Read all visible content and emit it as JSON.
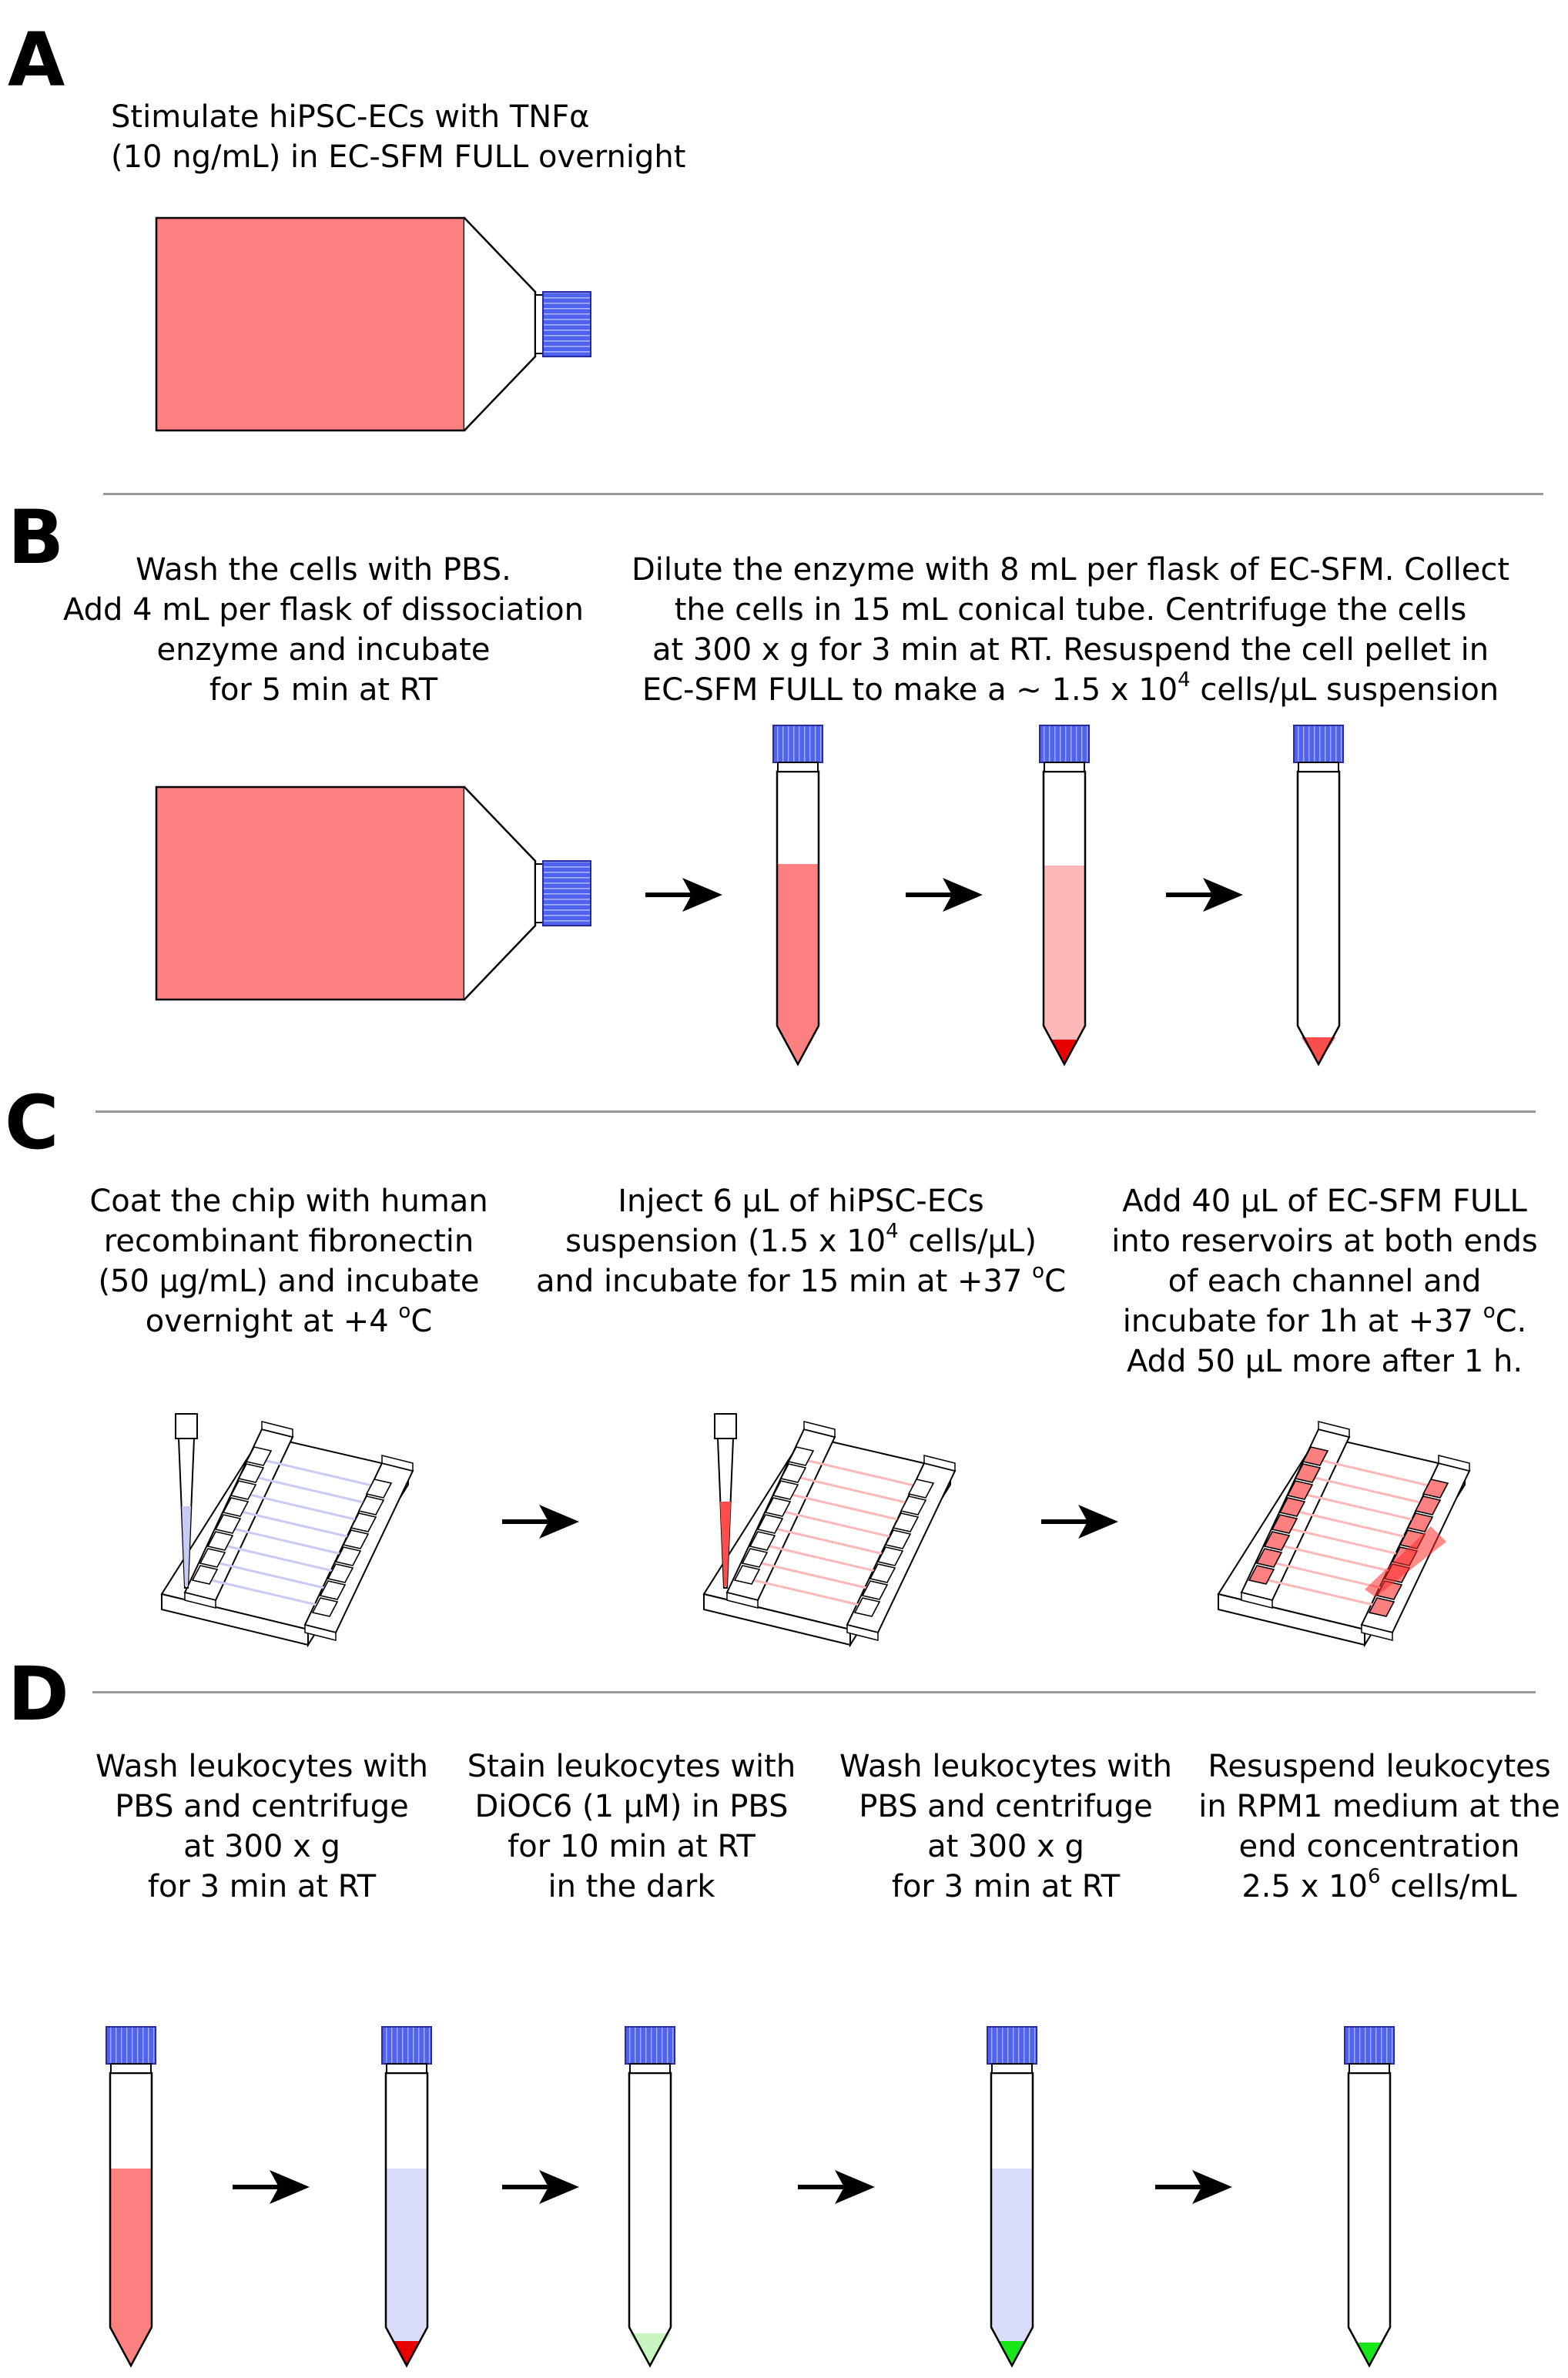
{
  "panels": {
    "A": {
      "label": "A",
      "text_line1": "Stimulate hiPSC-ECs with TNFα",
      "text_line2": "(10 ng/mL) in EC-SFM FULL overnight"
    },
    "B": {
      "label": "B",
      "left_line1": "Wash the cells with PBS.",
      "left_line2": "Add 4 mL per flask of dissociation",
      "left_line3": "enzyme and incubate",
      "left_line4": "for 5 min at RT",
      "right_line1": "Dilute the enzyme with 8 mL per flask of EC-SFM. Collect",
      "right_line2": "the cells in 15 mL conical tube. Centrifuge the cells",
      "right_line3": "at 300 x g for 3 min at RT. Resuspend the cell pellet in",
      "right_line4a": "EC-SFM FULL to make a ~ 1.5 x 10",
      "right_line4sup": "4",
      "right_line4b": " cells/µL suspension"
    },
    "C": {
      "label": "C",
      "step1_line1": "Coat the chip with human",
      "step1_line2": "recombinant fibronectin",
      "step1_line3": "(50 µg/mL) and incubate",
      "step1_line4a": "overnight at +4 ",
      "step1_line4sup": "o",
      "step1_line4b": "C",
      "step2_line1": "Inject 6 µL of hiPSC-ECs",
      "step2_line2a": "suspension (1.5 x 10",
      "step2_line2sup": "4",
      "step2_line2b": " cells/µL)",
      "step2_line3a": "and incubate for 15 min at +37 ",
      "step2_line3sup": "o",
      "step2_line3b": "C",
      "step3_line1": "Add 40 µL of EC-SFM FULL",
      "step3_line2": "into reservoirs at both ends",
      "step3_line3": "of each channel and",
      "step3_line4a": "incubate for 1h at +37 ",
      "step3_line4sup": "o",
      "step3_line4b": "C.",
      "step3_line5": "Add 50 µL more after 1 h."
    },
    "D": {
      "label": "D",
      "step1_line1": "Wash leukocytes with",
      "step1_line2": "PBS and centrifuge",
      "step1_line3": "at 300 x g",
      "step1_line4": "for 3 min at RT",
      "step2_line1": "Stain leukocytes with",
      "step2_line2": "DiOC6 (1 µM) in PBS",
      "step2_line3": "for 10 min at RT",
      "step2_line4": "in the dark",
      "step3_line1": "Wash leukocytes with",
      "step3_line2": "PBS and centrifuge",
      "step3_line3": "at 300 x g",
      "step3_line4": "for 3 min at RT",
      "step4_line1": "Resuspend leukocytes",
      "step4_line2": "in RPM1 medium at the",
      "step4_line3": "end concentration",
      "step4_line4a": "2.5 x 10",
      "step4_line4sup": "6",
      "step4_line4b": " cells/mL"
    }
  },
  "colors": {
    "flask_fill": "#fd8080",
    "cap_blue": "#4f63f0",
    "cell_red": "#fd8080",
    "diluted_pink": "#fdb8b8",
    "pellet_red": "#e80000",
    "fibronectin_blue": "#c8ccf5",
    "dye_green": "#c8f5c0",
    "green_pellet": "#19e619",
    "divider_gray": "#9a9a9a"
  },
  "icons": [
    "culture-flask-icon",
    "conical-tube-icon",
    "microfluidic-chip-icon",
    "pipette-tip-icon",
    "arrow-right-icon"
  ]
}
